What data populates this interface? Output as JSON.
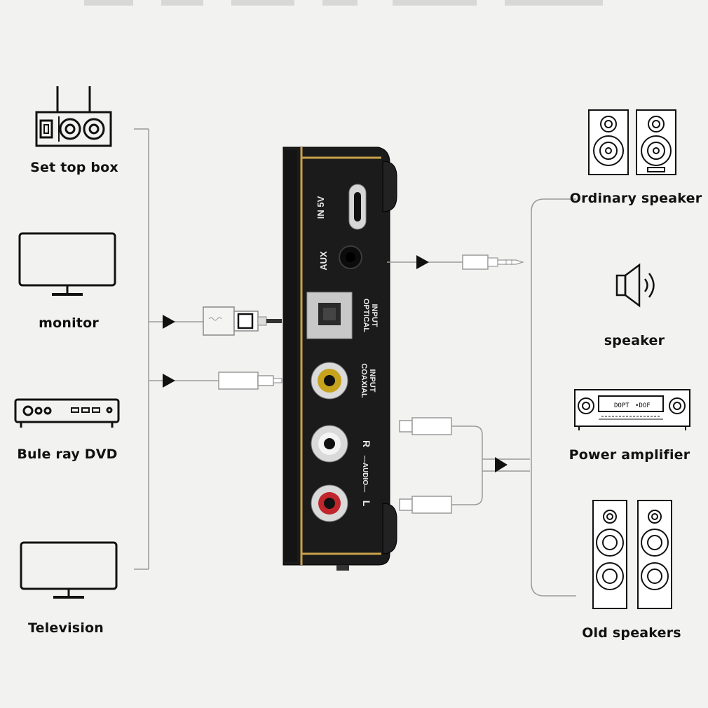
{
  "sources": {
    "set_top_box": "Set top box",
    "monitor": "monitor",
    "blu_ray": "Bule ray DVD",
    "television": "Television"
  },
  "outputs": {
    "ordinary_speaker": "Ordinary speaker",
    "speaker": "speaker",
    "power_amplifier": "Power amplifier",
    "old_speakers": "Old speakers"
  },
  "device": {
    "port_power": "IN 5V",
    "port_aux": "AUX",
    "port_optical_1": "OPTICAL",
    "port_optical_2": "INPUT",
    "port_coaxial_1": "COAXIAL",
    "port_coaxial_2": "INPUT",
    "port_audio_r": "R",
    "port_audio_mid": "—AUDIO—",
    "port_audio_l": "L"
  },
  "amp_display": {
    "left": "DOPT",
    "right": "•DOF"
  }
}
